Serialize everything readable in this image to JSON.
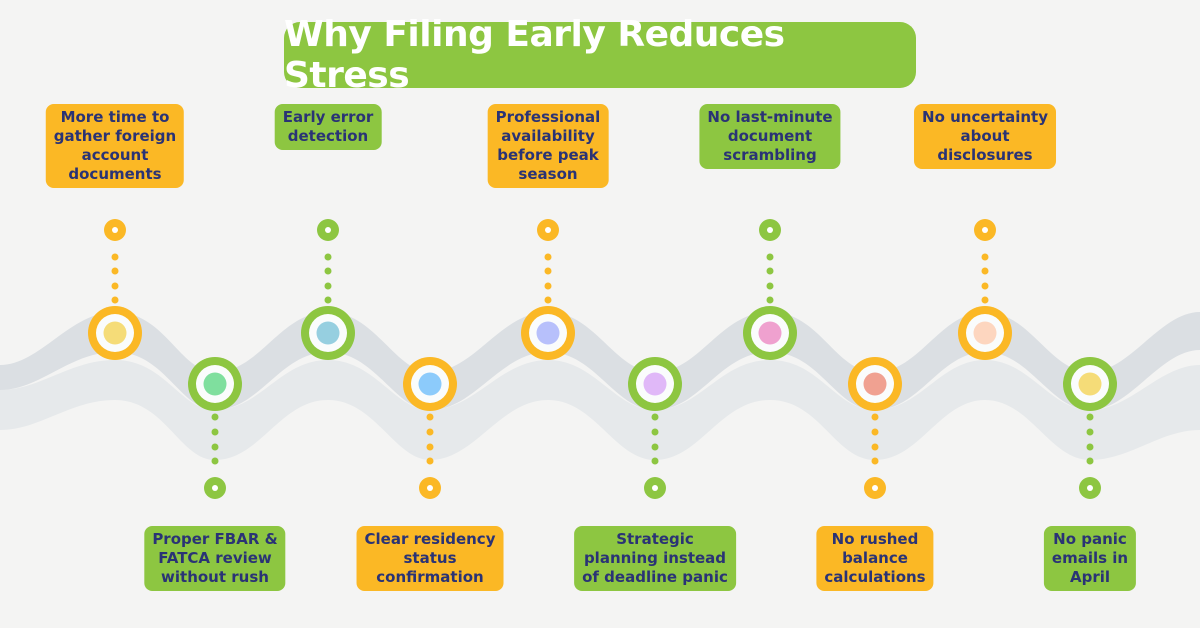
{
  "title": "Why Filing Early Reduces Stress",
  "colors": {
    "background": "#f4f4f3",
    "title_bg": "#8dc641",
    "title_text": "#ffffff",
    "yellow": "#fbb825",
    "green": "#8dc641",
    "label_text": "#2a3375",
    "wave_dark": "#dbdfe3",
    "wave_light": "#e6e9eb"
  },
  "milestones": [
    {
      "label": "More time to\ngather foreign\naccount\ndocuments",
      "position": "top",
      "ring_color": "yellow",
      "inner_color": "#f5dc78"
    },
    {
      "label": "Proper FBAR &\nFATCA review\nwithout rush",
      "position": "bottom",
      "ring_color": "green",
      "inner_color": "#7fdf9e"
    },
    {
      "label": "Early error\ndetection",
      "position": "top",
      "ring_color": "green",
      "inner_color": "#96cfe0"
    },
    {
      "label": "Clear residency\nstatus\nconfirmation",
      "position": "bottom",
      "ring_color": "yellow",
      "inner_color": "#8ccbfb"
    },
    {
      "label": "Professional\navailability\nbefore peak\nseason",
      "position": "top",
      "ring_color": "yellow",
      "inner_color": "#b7c0fb"
    },
    {
      "label": "Strategic\nplanning instead\nof deadline panic",
      "position": "bottom",
      "ring_color": "green",
      "inner_color": "#e0b8f8"
    },
    {
      "label": "No last-minute\ndocument\nscrambling",
      "position": "top",
      "ring_color": "green",
      "inner_color": "#efa1cf"
    },
    {
      "label": "No rushed\nbalance\ncalculations",
      "position": "bottom",
      "ring_color": "yellow",
      "inner_color": "#f0a191"
    },
    {
      "label": "No uncertainty\nabout\ndisclosures",
      "position": "top",
      "ring_color": "yellow",
      "inner_color": "#fdd6bf"
    },
    {
      "label": "No panic\nemails in\nApril",
      "position": "bottom",
      "ring_color": "green",
      "inner_color": "#f5dc78"
    }
  ]
}
